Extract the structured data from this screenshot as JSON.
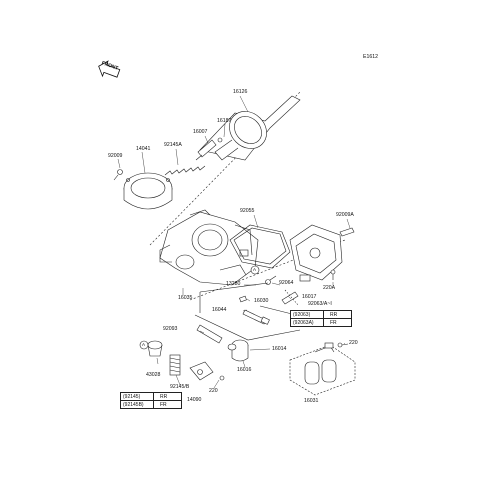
{
  "diagram": {
    "ref_code": "E1612",
    "front_label": "FRONT",
    "parts": [
      {
        "id": "p16126",
        "text": "16126"
      },
      {
        "id": "p16187",
        "text": "16187"
      },
      {
        "id": "p16007",
        "text": "16007"
      },
      {
        "id": "p92145A",
        "text": "92145A"
      },
      {
        "id": "p14041",
        "text": "14041"
      },
      {
        "id": "p92009",
        "text": "92009"
      },
      {
        "id": "p92055",
        "text": "92055"
      },
      {
        "id": "p92009A",
        "text": "92009A"
      },
      {
        "id": "p13280",
        "text": "13280"
      },
      {
        "id": "p92064",
        "text": "92064"
      },
      {
        "id": "p220A",
        "text": "220A"
      },
      {
        "id": "p16035",
        "text": "16035"
      },
      {
        "id": "p16030",
        "text": "16030"
      },
      {
        "id": "p16017",
        "text": "16017"
      },
      {
        "id": "p92063AI",
        "text": "92063/A~I"
      },
      {
        "id": "p16044",
        "text": "16044"
      },
      {
        "id": "p92093",
        "text": "92093"
      },
      {
        "id": "p16014",
        "text": "16014"
      },
      {
        "id": "p220",
        "text": "220"
      },
      {
        "id": "p43028",
        "text": "43028"
      },
      {
        "id": "p92145B",
        "text": "92145/B"
      },
      {
        "id": "p16016",
        "text": "16016"
      },
      {
        "id": "p16031",
        "text": "16031"
      },
      {
        "id": "p14090",
        "text": "14090"
      },
      {
        "id": "p220b",
        "text": "220"
      },
      {
        "id": "circA1",
        "text": "A"
      },
      {
        "id": "circA2",
        "text": "A"
      }
    ],
    "table_92063": [
      {
        "part": "(92063)",
        "pos": "RR"
      },
      {
        "part": "(92063A)",
        "pos": "FR"
      }
    ],
    "table_92145": [
      {
        "part": "(92145)",
        "pos": "RR"
      },
      {
        "part": "(92145B)",
        "pos": "FR"
      }
    ]
  }
}
